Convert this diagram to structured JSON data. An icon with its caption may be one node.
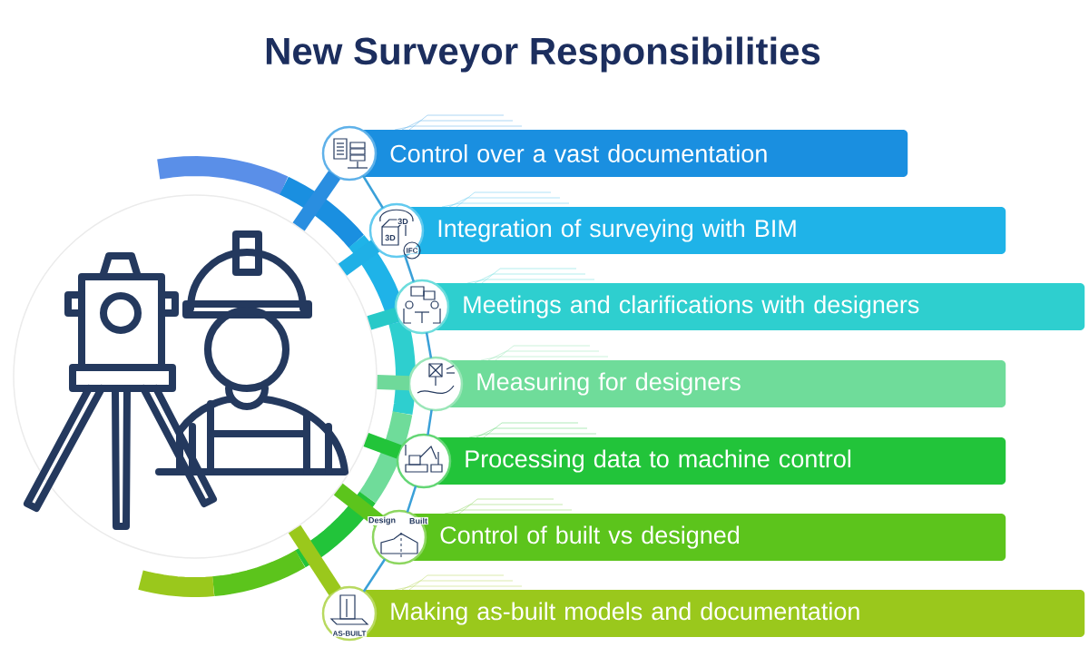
{
  "diagram": {
    "title": "New Surveyor Responsibilities",
    "nodes": [
      {
        "text": [],
        "shape": "picture"
      },
      {
        "text": [
          "Control over a vast documentation"
        ]
      },
      {
        "text": [
          "Integration of surveying with BIM"
        ]
      },
      {
        "text": [
          "Meetings and clarifications with designers"
        ]
      },
      {
        "text": [
          "Measuring for designers"
        ]
      },
      {
        "text": [
          "Processing data to machine control"
        ]
      },
      {
        "text": [
          "Control of built vs designed"
        ]
      },
      {
        "text": [
          "Making as-built models and documentation"
        ]
      }
    ],
    "edges": [
      {
        "from": 0,
        "to": 1,
        "arrow": "none",
        "color": "#2a8ee0"
      },
      {
        "from": 0,
        "to": 2,
        "arrow": "none",
        "color": "#1fb0e6"
      },
      {
        "from": 0,
        "to": 3,
        "arrow": "none",
        "color": "#27c9c8"
      },
      {
        "from": 0,
        "to": 4,
        "arrow": "none",
        "color": "#6fd99a"
      },
      {
        "from": 0,
        "to": 5,
        "arrow": "none",
        "color": "#22c43a"
      },
      {
        "from": 0,
        "to": 6,
        "arrow": "none",
        "color": "#5cc41c"
      },
      {
        "from": 0,
        "to": 7,
        "arrow": "none",
        "color": "#9ac81c"
      },
      {
        "from": 1,
        "to": 2,
        "arrow": "none",
        "color": "#3aa0d8"
      },
      {
        "from": 2,
        "to": 3,
        "arrow": "none",
        "color": "#3aa0d8"
      },
      {
        "from": 3,
        "to": 4,
        "arrow": "none",
        "color": "#3aa0d8"
      },
      {
        "from": 4,
        "to": 5,
        "arrow": "none",
        "color": "#3aa0d8"
      },
      {
        "from": 5,
        "to": 6,
        "arrow": "none",
        "color": "#3aa0d8"
      },
      {
        "from": 6,
        "to": 7,
        "arrow": "none",
        "color": "#3aa0d8"
      }
    ],
    "labels": [
      "3D",
      "3D",
      "IFC",
      "Design",
      "Built",
      "AS-BUILT"
    ]
  }
}
